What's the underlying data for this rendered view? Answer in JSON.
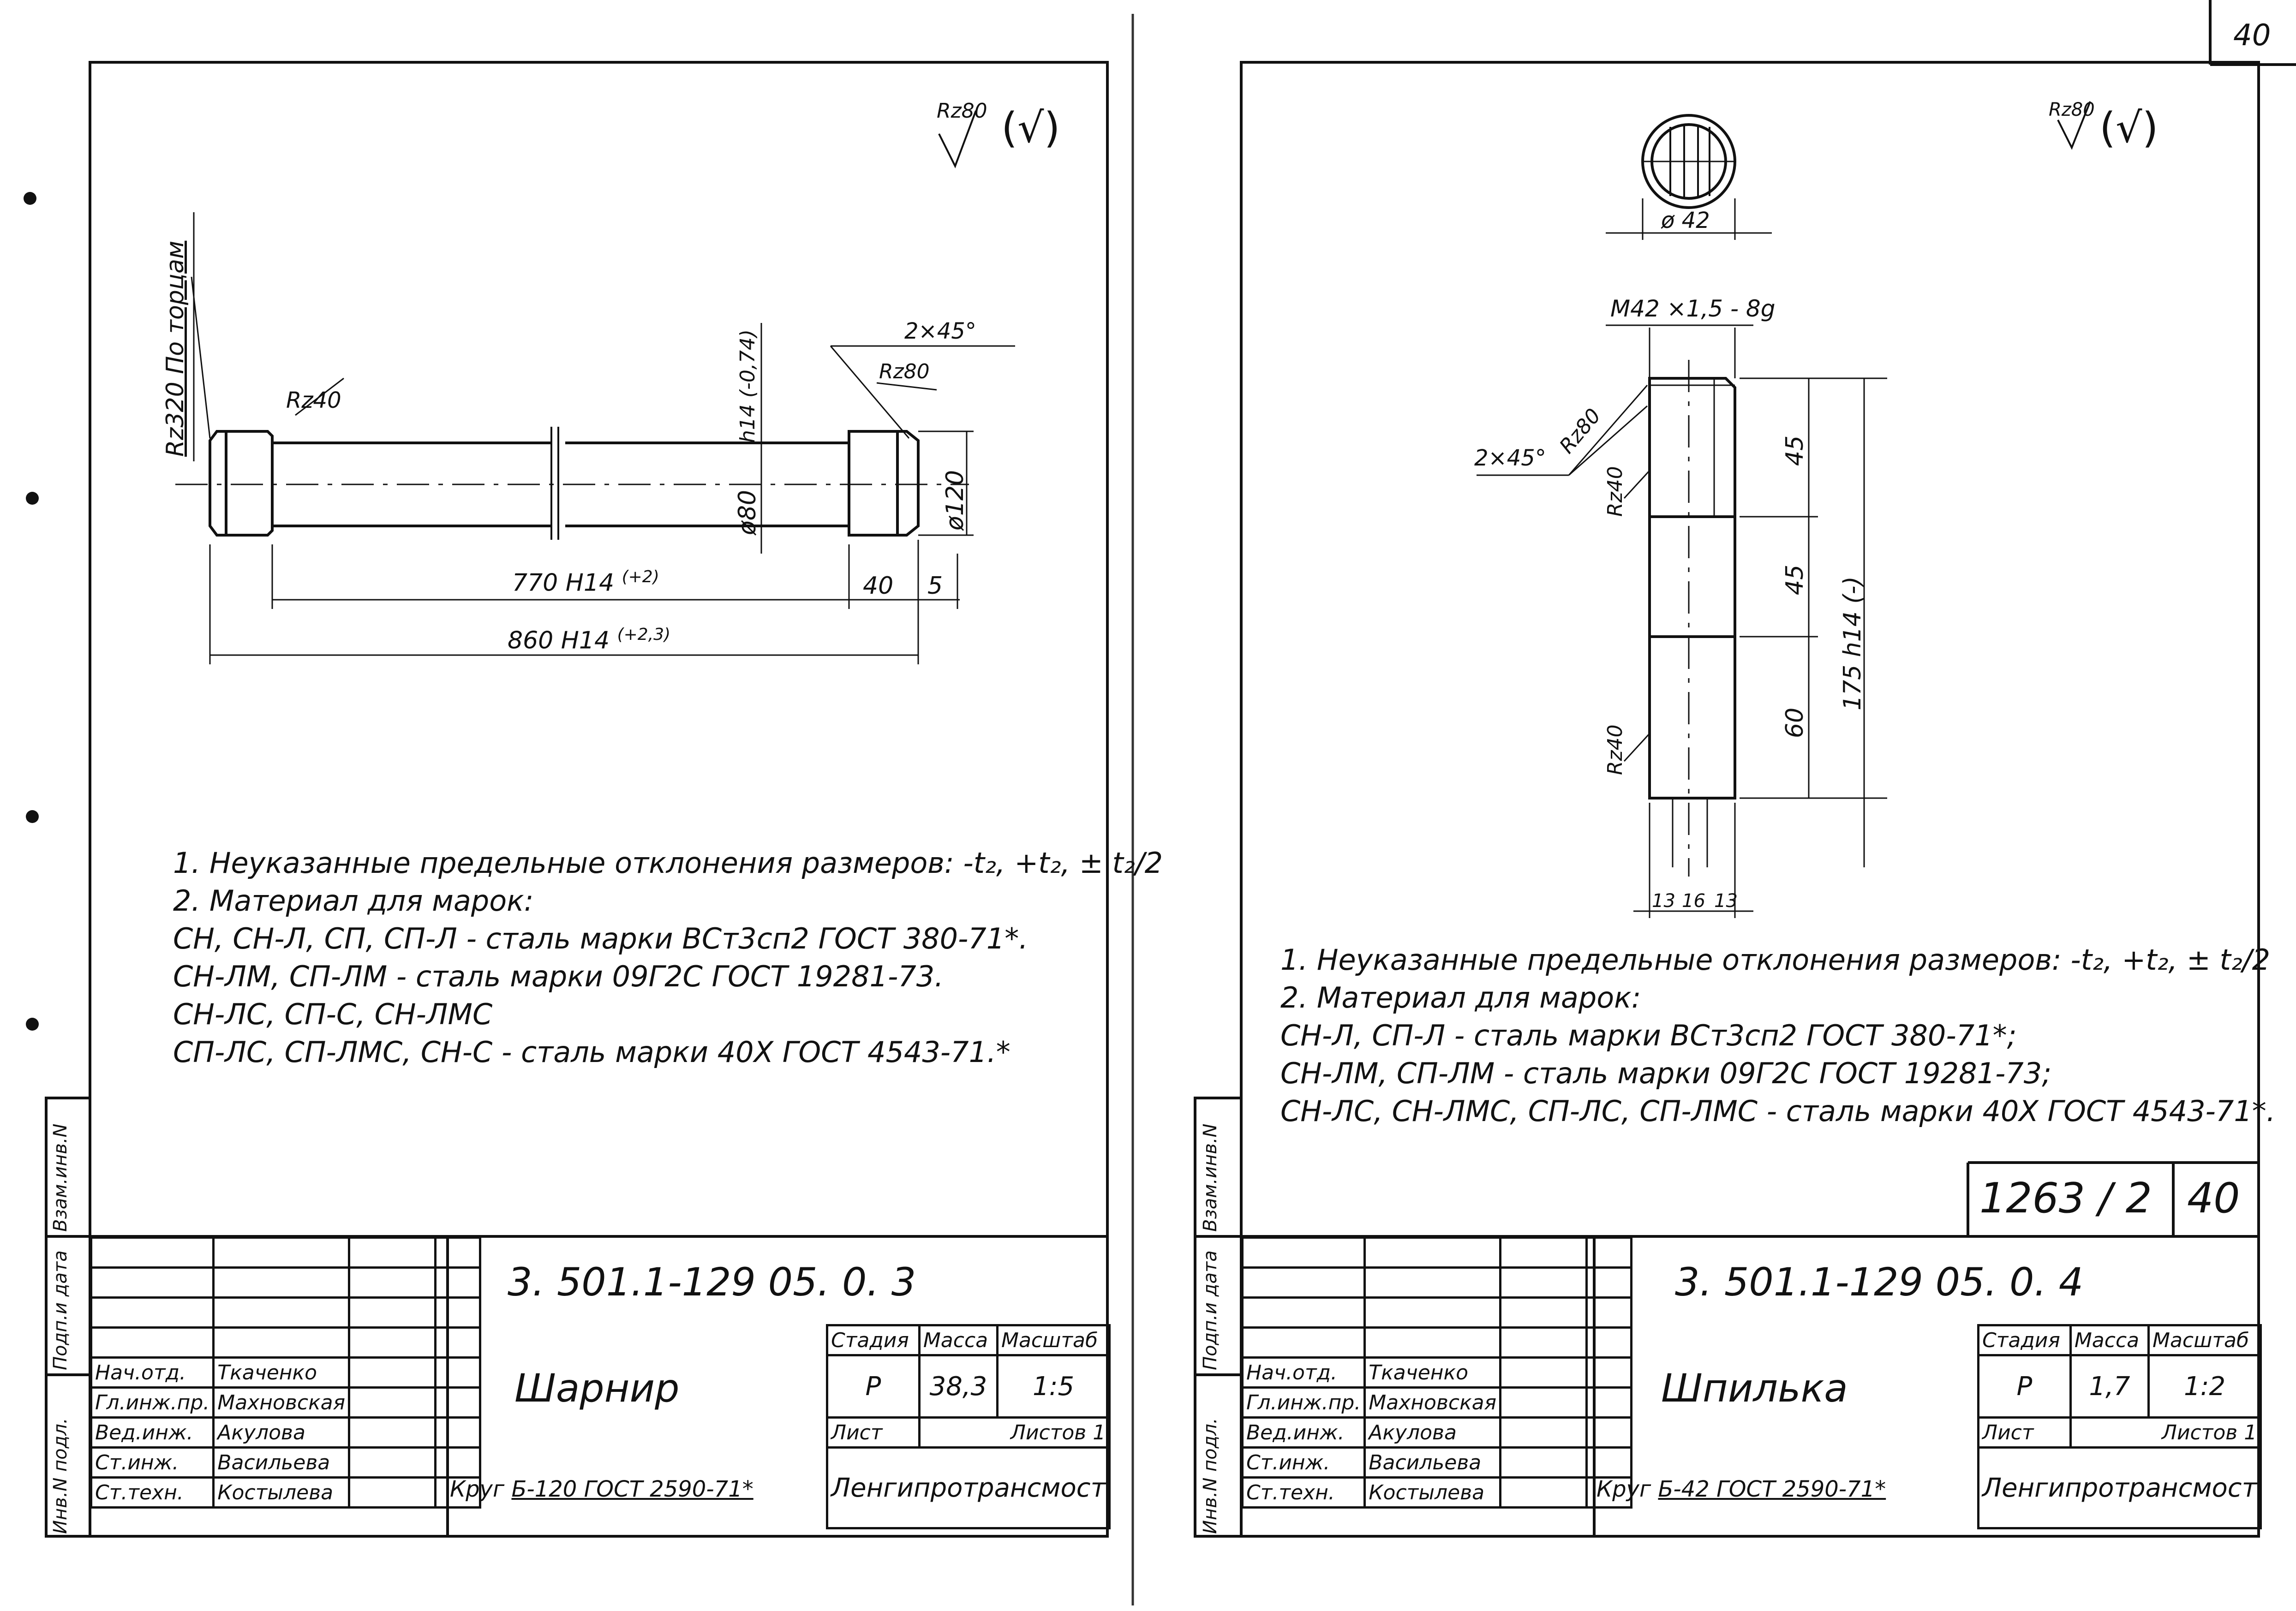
{
  "page_number": "40",
  "left": {
    "roughness": {
      "symbol": "Rz80",
      "paren": "(√)"
    },
    "dims": {
      "end_face": "Rz320  По торцам",
      "r40": "Rz40",
      "chamfer": "2×45°",
      "r80": "Rz80",
      "len_770": "770 H14",
      "len_770_tol": "(+2)",
      "len_860": "860 H14",
      "len_860_tol": "(+2,3)",
      "len_40": "40",
      "len_5": "5",
      "dia_80": "ø80",
      "dia_80_tol": "h14 (-0,74)",
      "dia_120": "ø120"
    },
    "notes": [
      "1. Неуказанные предельные отклонения размеров: -t₂, +t₂, ± t₂/2",
      "2. Материал для марок:",
      "СН, СН-Л, СП, СП-Л - сталь марки ВСт3сп2 ГОСТ 380-71*.",
      "СН-ЛМ, СП-ЛМ - сталь марки 09Г2С ГОСТ 19281-73.",
      "СН-ЛС, СП-С, СН-ЛМС",
      "СП-ЛС, СП-ЛМС, СН-С - сталь марки 40Х ГОСТ 4543-71.*"
    ],
    "side_labels": [
      "Взам.инв.N",
      "Подп.и дата",
      "Инв.N подл."
    ],
    "title_block": {
      "code": "3. 501.1-129  05.  0. 3",
      "name": "Шарнир",
      "headers": {
        "stage": "Стадия",
        "mass": "Масса",
        "scale": "Масштаб"
      },
      "stage": "Р",
      "mass": "38,3",
      "scale": "1:5",
      "sheet_label": "Лист",
      "sheets_label": "Листов 1",
      "material_prefix": "Круг",
      "material": "Б-120 ГОСТ 2590-71*",
      "org": "Ленгипротрансмост",
      "staff": [
        {
          "role": "Нач.отд.",
          "name": "Ткаченко"
        },
        {
          "role": "Гл.инж.пр.",
          "name": "Махновская"
        },
        {
          "role": "Вед.инж.",
          "name": "Акулова"
        },
        {
          "role": "Ст.инж.",
          "name": "Васильева"
        },
        {
          "role": "Ст.техн.",
          "name": "Костылева"
        }
      ]
    }
  },
  "right": {
    "roughness": {
      "symbol": "Rz80",
      "paren": "(√)"
    },
    "dims": {
      "dia_42": "ø 42",
      "thread": "М42 ×1,5 - 8g",
      "chamfer": "2×45°",
      "r80": "Rz80",
      "r40a": "Rz40",
      "r40b": "Rz40",
      "len_45a": "45",
      "len_45b": "45",
      "len_60": "60",
      "len_175": "175 h14 (-)",
      "w13a": "13",
      "w16": "16",
      "w13b": "13"
    },
    "notes": [
      "1. Неуказанные предельные отклонения размеров: -t₂, +t₂, ± t₂/2",
      "2. Материал для марок:",
      "СН-Л, СП-Л - сталь марки ВСт3сп2 ГОСТ 380-71*;",
      "СН-ЛМ, СП-ЛМ - сталь марки 09Г2С ГОСТ 19281-73;",
      "СН-ЛС, СН-ЛМС, СП-ЛС, СП-ЛМС - сталь марки 40Х ГОСТ 4543-71*."
    ],
    "stamp": {
      "number": "1263 / 2",
      "page": "40"
    },
    "side_labels": [
      "Взам.инв.N",
      "Подп.и дата",
      "Инв.N подл."
    ],
    "title_block": {
      "code": "3. 501.1-129  05. 0. 4",
      "name": "Шпилька",
      "headers": {
        "stage": "Стадия",
        "mass": "Масса",
        "scale": "Масштаб"
      },
      "stage": "Р",
      "mass": "1,7",
      "scale": "1:2",
      "sheet_label": "Лист",
      "sheets_label": "Листов 1",
      "material_prefix": "Круг",
      "material": "Б-42 ГОСТ 2590-71*",
      "org": "Ленгипротрансмост",
      "staff": [
        {
          "role": "Нач.отд.",
          "name": "Ткаченко"
        },
        {
          "role": "Гл.инж.пр.",
          "name": "Махновская"
        },
        {
          "role": "Вед.инж.",
          "name": "Акулова"
        },
        {
          "role": "Ст.инж.",
          "name": "Васильева"
        },
        {
          "role": "Ст.техн.",
          "name": "Костылева"
        }
      ]
    }
  }
}
